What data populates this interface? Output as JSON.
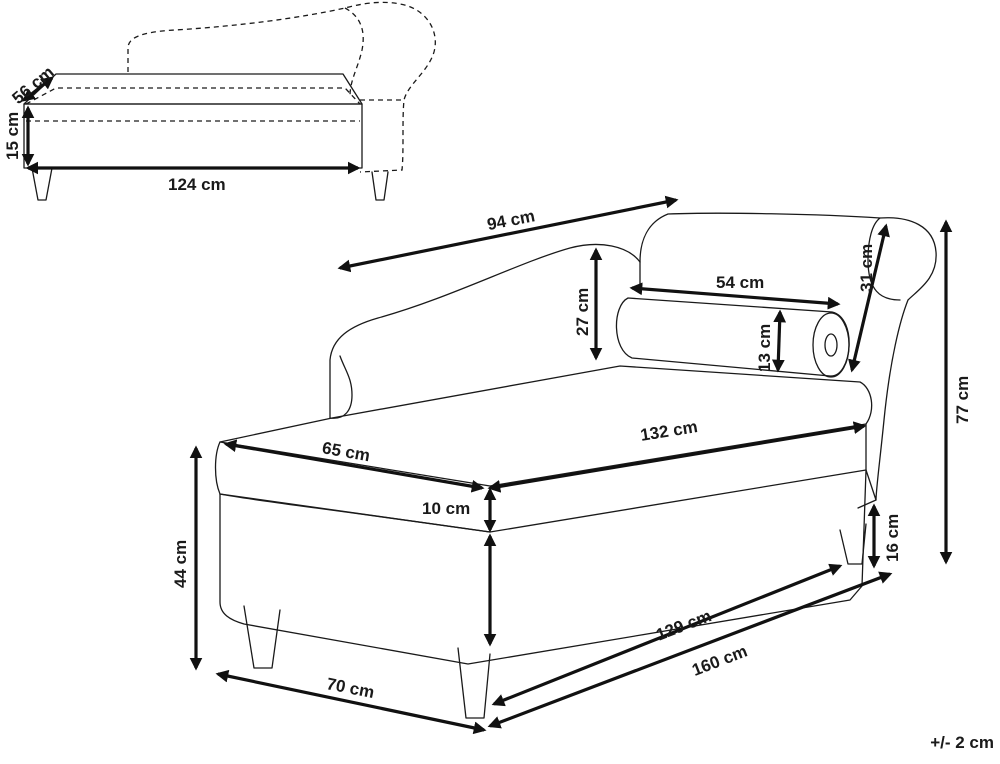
{
  "colors": {
    "ink": "#1a1a1a",
    "background": "#ffffff"
  },
  "storage_view": {
    "depth": "56 cm",
    "height": "15 cm",
    "length": "124 cm"
  },
  "main_view": {
    "seat_depth": "94 cm",
    "back_height": "27 cm",
    "bolster_length": "54 cm",
    "bolster_diameter": "13 cm",
    "arm_height": "31 cm",
    "total_height": "77 cm",
    "front_width": "65 cm",
    "seat_length": "132 cm",
    "cushion_thickness": "10 cm",
    "seat_height": "44 cm",
    "leg_height": "16 cm",
    "base_length": "129 cm",
    "total_length": "160 cm",
    "total_width": "70 cm"
  },
  "tolerance": "+/- 2 cm"
}
